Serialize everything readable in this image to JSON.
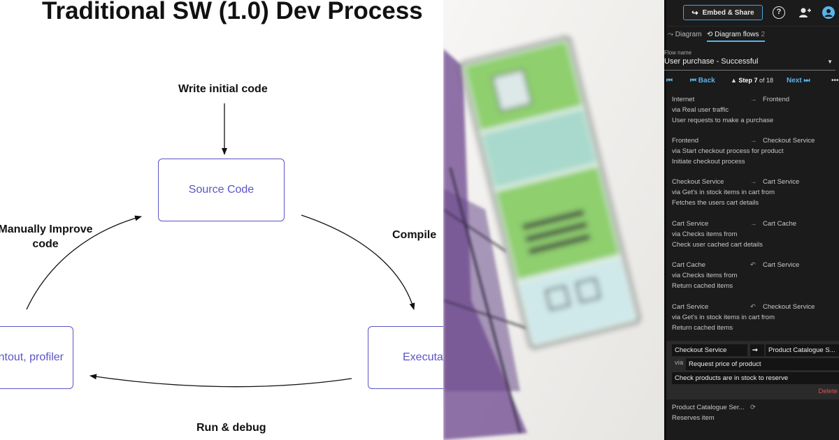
{
  "diagram": {
    "title": "Traditional SW (1.0) Dev Process",
    "labels": {
      "write": "Write initial code",
      "compile": "Compile",
      "improve_line1": "Manually Improve",
      "improve_line2": "code",
      "run": "Run & debug"
    },
    "nodes": {
      "source": "Source Code",
      "executable": "Executable",
      "tools": "printout, profiler"
    },
    "colors": {
      "node_border": "#5b55c4",
      "node_text": "#5b55c4"
    }
  },
  "photo": {
    "subject": "watercolor wireframe sketch"
  },
  "panel": {
    "embed_button": "Embed & Share",
    "icons": {
      "embed": "share-arrow-icon",
      "help": "help-icon",
      "add_user": "add-user-icon",
      "avatar": "avatar-icon"
    },
    "tabs": {
      "diagram": "Diagram",
      "flows": "Diagram flows",
      "flows_count": "2"
    },
    "flow_name_label": "Flow name",
    "flow_name": "User purchase - Successful",
    "stepbar": {
      "back": "Back",
      "step_prefix": "Step",
      "step_current": "7",
      "step_of": "of 18",
      "next": "Next"
    },
    "steps": [
      {
        "from": "Internet",
        "arrow": "→",
        "to": "Frontend",
        "via": "via Real user traffic",
        "desc": "User requests to make a purchase"
      },
      {
        "from": "Frontend",
        "arrow": "→",
        "to": "Checkout Service",
        "via": "via Start checkout process for product",
        "desc": "Initiate checkout process"
      },
      {
        "from": "Checkout Service",
        "arrow": "→",
        "to": "Cart Service",
        "via": "via Get's in stock items in cart from",
        "desc": "Fetches the users cart details"
      },
      {
        "from": "Cart Service",
        "arrow": "→",
        "to": "Cart Cache",
        "via": "via Checks items from",
        "desc": "Check user cached cart details"
      },
      {
        "from": "Cart Cache",
        "arrow": "↶",
        "to": "Cart Service",
        "via": "via Checks items from",
        "desc": "Return cached items"
      },
      {
        "from": "Cart Service",
        "arrow": "↶",
        "to": "Checkout Service",
        "via": "via Get's in stock items in cart from",
        "desc": "Return cached items"
      }
    ],
    "editor": {
      "from": "Checkout Service",
      "arrow": "➞",
      "to": "Product Catalogue S...",
      "via_label": "via",
      "via": "Request price of product",
      "desc": "Check products are in stock to reserve",
      "delete": "Delete"
    },
    "last_step": {
      "from": "Product Catalogue Ser...",
      "arrow": "⟳",
      "desc": "Reserves item"
    },
    "colors": {
      "accent": "#59b4ea",
      "delete": "#e0504d",
      "background": "#1b1b1b"
    }
  }
}
